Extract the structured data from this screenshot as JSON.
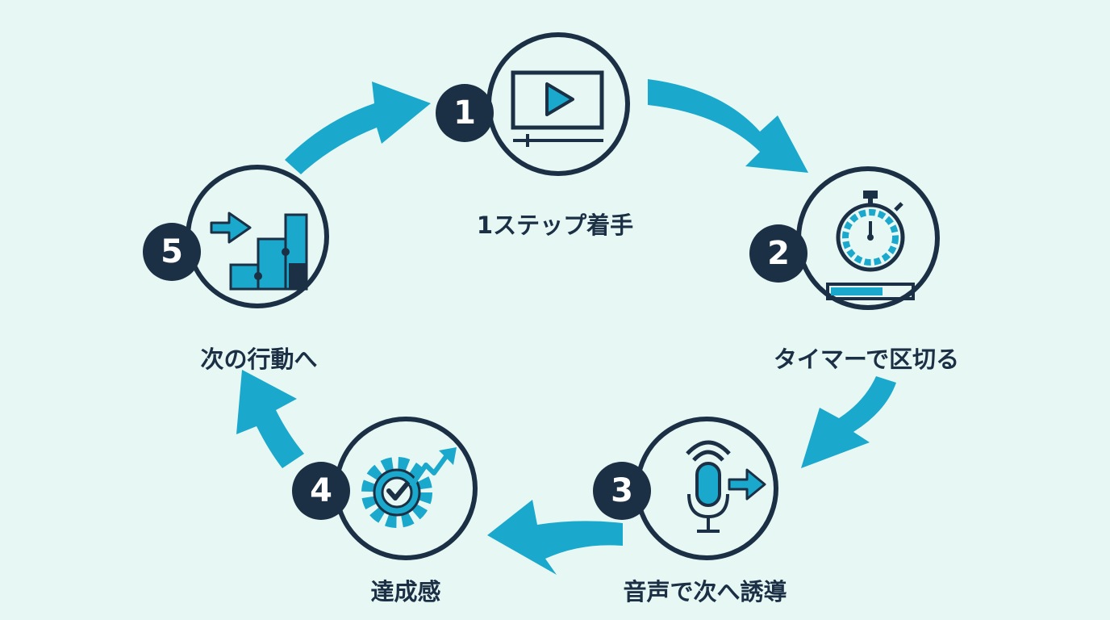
{
  "steps": [
    {
      "number": "1",
      "label": "1ステップ着手",
      "icon": "video-play-icon"
    },
    {
      "number": "2",
      "label": "タイマーで区切る",
      "icon": "stopwatch-icon"
    },
    {
      "number": "3",
      "label": "音声で次へ誘導",
      "icon": "microphone-icon"
    },
    {
      "number": "4",
      "label": "達成感",
      "icon": "gear-check-growth-icon"
    },
    {
      "number": "5",
      "label": "次の行動へ",
      "icon": "puzzle-arrow-icon"
    }
  ],
  "colors": {
    "background": "#e7f7f4",
    "navy": "#1b2f45",
    "accent": "#1aa9cc"
  }
}
